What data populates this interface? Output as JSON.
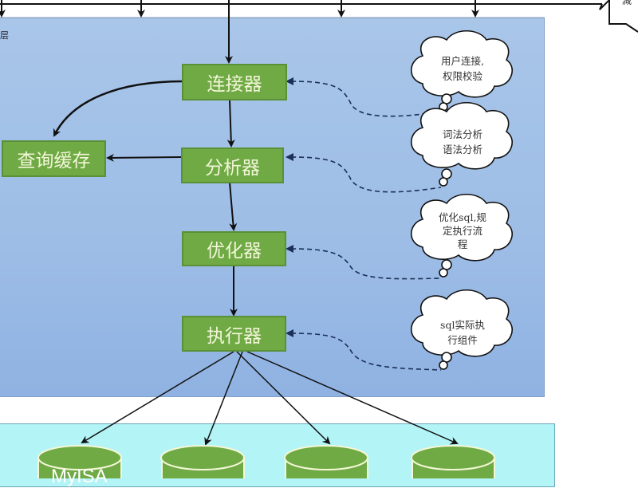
{
  "diagram": {
    "left_edge_label": "层",
    "top_callout_text": "减",
    "components": {
      "connector": "连接器",
      "query_cache": "查询缓存",
      "analyzer": "分析器",
      "optimizer": "优化器",
      "executor": "执行器"
    },
    "annotations": [
      {
        "lines": [
          "用户连接,",
          "权限校验"
        ]
      },
      {
        "lines": [
          "词法分析",
          "语法分析"
        ]
      },
      {
        "lines": [
          "优化sql,规",
          "定执行流",
          "程"
        ]
      },
      {
        "lines": [
          "sql实际执",
          "行组件"
        ]
      }
    ],
    "storage_engines": [
      "MyISA",
      "",
      "",
      ""
    ],
    "colors": {
      "server_panel": "#a9c6e9",
      "engine_panel": "#b3f4f7",
      "component_fill": "#6faa45",
      "component_text": "#f3f6d8",
      "cloud_fill": "#ffffff"
    }
  }
}
